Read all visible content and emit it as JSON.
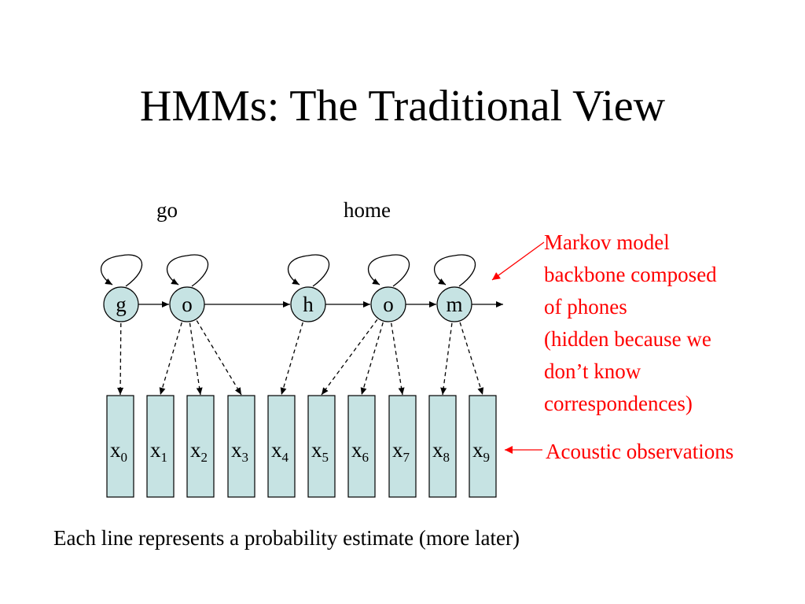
{
  "title": "HMMs: The Traditional View",
  "words": [
    {
      "text": "go"
    },
    {
      "text": "home"
    }
  ],
  "states": [
    {
      "label": "g"
    },
    {
      "label": "o"
    },
    {
      "label": "h"
    },
    {
      "label": "o"
    },
    {
      "label": "m"
    }
  ],
  "observations": [
    {
      "base": "x",
      "sub": "0"
    },
    {
      "base": "x",
      "sub": "1"
    },
    {
      "base": "x",
      "sub": "2"
    },
    {
      "base": "x",
      "sub": "3"
    },
    {
      "base": "x",
      "sub": "4"
    },
    {
      "base": "x",
      "sub": "5"
    },
    {
      "base": "x",
      "sub": "6"
    },
    {
      "base": "x",
      "sub": "7"
    },
    {
      "base": "x",
      "sub": "8"
    },
    {
      "base": "x",
      "sub": "9"
    }
  ],
  "emissions": [
    {
      "state": 0,
      "obs": 0
    },
    {
      "state": 1,
      "obs": 1
    },
    {
      "state": 1,
      "obs": 2
    },
    {
      "state": 1,
      "obs": 3
    },
    {
      "state": 2,
      "obs": 4
    },
    {
      "state": 3,
      "obs": 5
    },
    {
      "state": 3,
      "obs": 6
    },
    {
      "state": 3,
      "obs": 7
    },
    {
      "state": 4,
      "obs": 8
    },
    {
      "state": 4,
      "obs": 9
    }
  ],
  "annotations": {
    "markov_lines": [
      "Markov model",
      "backbone composed",
      "of phones",
      "(hidden because we",
      "don’t know",
      "correspondences)"
    ],
    "acoustic": "Acoustic observations"
  },
  "footer": "Each line represents a probability estimate (more later)",
  "colors": {
    "node_fill": "#c6e3e3",
    "annotation": "#ff0000",
    "line": "#000000"
  }
}
